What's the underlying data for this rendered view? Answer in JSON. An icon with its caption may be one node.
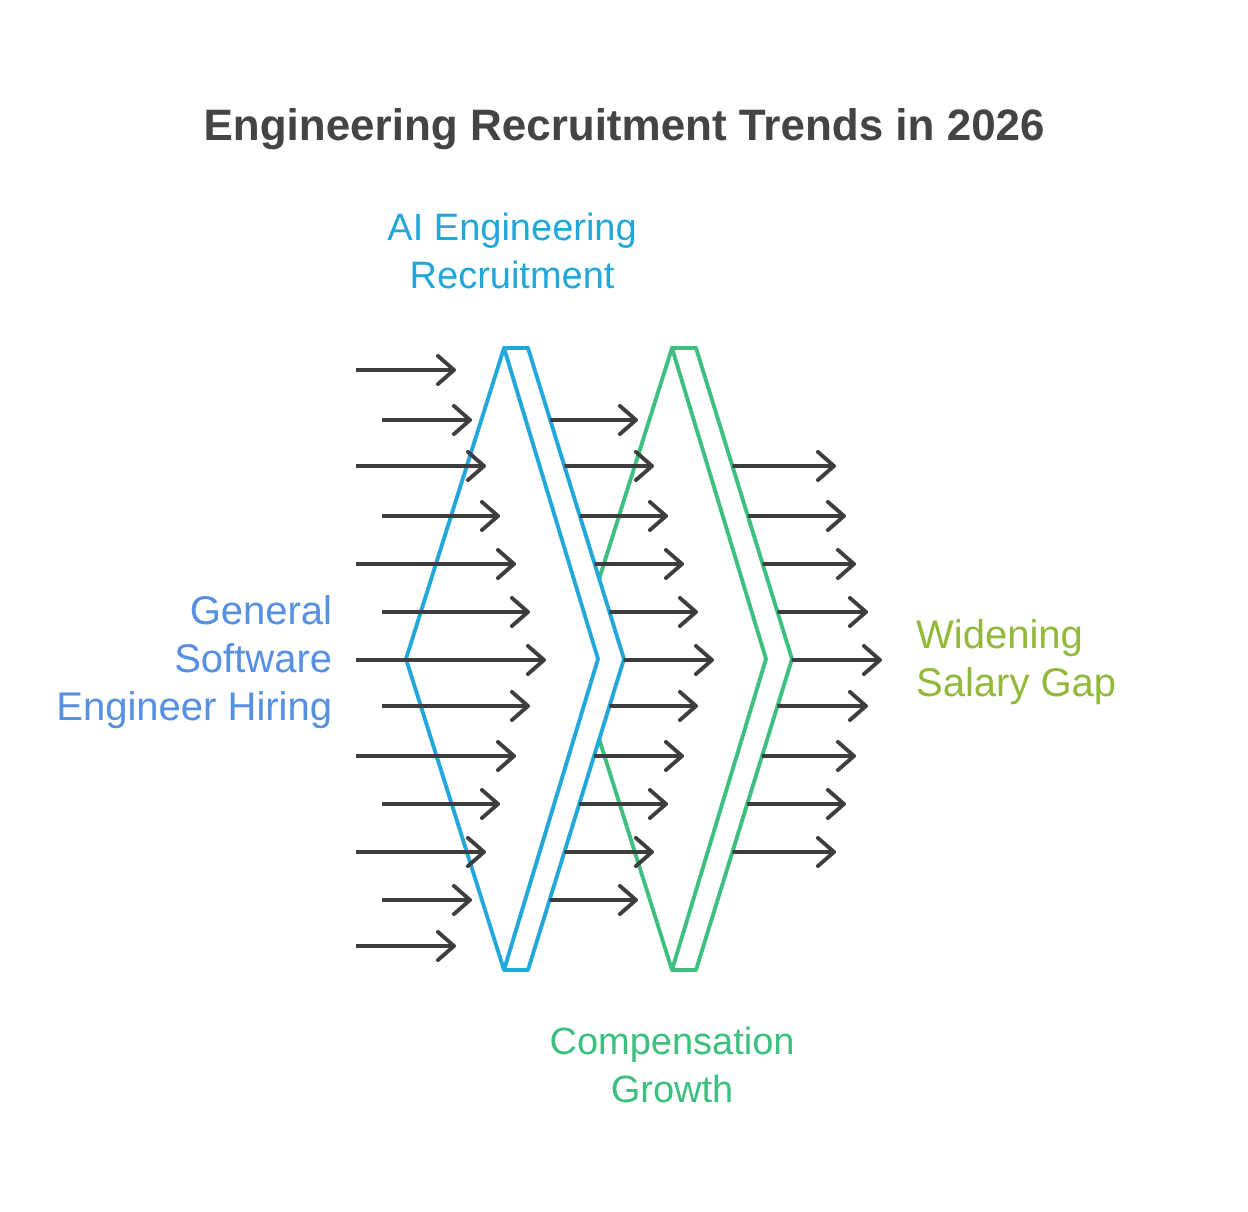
{
  "diagram": {
    "title": "Engineering Recruitment Trends in 2026",
    "nodes": [
      {
        "text": [
          "General Software Engineer Hiring"
        ]
      },
      {
        "text": [
          "AI Engineering Recruitment"
        ]
      },
      {
        "text": [
          "Compensation Growth"
        ]
      },
      {
        "text": [
          "Widening Salary Gap"
        ]
      }
    ],
    "edges": [
      {
        "from": null,
        "to": 1,
        "arrow": "to"
      },
      {
        "from": null,
        "to": 1,
        "arrow": "to"
      },
      {
        "from": null,
        "to": 1,
        "arrow": "to"
      },
      {
        "from": null,
        "to": 1,
        "arrow": "to"
      },
      {
        "from": 0,
        "to": 1,
        "arrow": "to"
      },
      {
        "from": null,
        "to": 1,
        "arrow": "to"
      },
      {
        "from": 0,
        "to": 1,
        "arrow": "to"
      },
      {
        "from": null,
        "to": 1,
        "arrow": "to"
      },
      {
        "from": 0,
        "to": 1,
        "arrow": "to"
      },
      {
        "from": null,
        "to": 1,
        "arrow": "to"
      },
      {
        "from": null,
        "to": 1,
        "arrow": "to"
      },
      {
        "from": null,
        "to": 1,
        "arrow": "to"
      },
      {
        "from": null,
        "to": 1,
        "arrow": "to"
      },
      {
        "from": 1,
        "to": 2,
        "arrow": "to"
      },
      {
        "from": 1,
        "to": 2,
        "arrow": "to"
      },
      {
        "from": 1,
        "to": 2,
        "arrow": "to"
      },
      {
        "from": 1,
        "to": 2,
        "arrow": "to"
      },
      {
        "from": 1,
        "to": 2,
        "arrow": "to"
      },
      {
        "from": 1,
        "to": 2,
        "arrow": "to"
      },
      {
        "from": 1,
        "to": 2,
        "arrow": "to"
      },
      {
        "from": 1,
        "to": 2,
        "arrow": "to"
      },
      {
        "from": 1,
        "to": 2,
        "arrow": "to"
      },
      {
        "from": 1,
        "to": 2,
        "arrow": "to"
      },
      {
        "from": 1,
        "to": 2,
        "arrow": "to"
      },
      {
        "from": 2,
        "to": null,
        "arrow": "to"
      },
      {
        "from": 2,
        "to": null,
        "arrow": "to"
      },
      {
        "from": 2,
        "to": null,
        "arrow": "to"
      },
      {
        "from": 2,
        "to": 3,
        "arrow": "to"
      },
      {
        "from": 2,
        "to": 3,
        "arrow": "to"
      },
      {
        "from": 2,
        "to": 3,
        "arrow": "to"
      },
      {
        "from": 2,
        "to": null,
        "arrow": "to"
      },
      {
        "from": 2,
        "to": null,
        "arrow": "to"
      },
      {
        "from": 2,
        "to": null,
        "arrow": "to"
      }
    ]
  }
}
